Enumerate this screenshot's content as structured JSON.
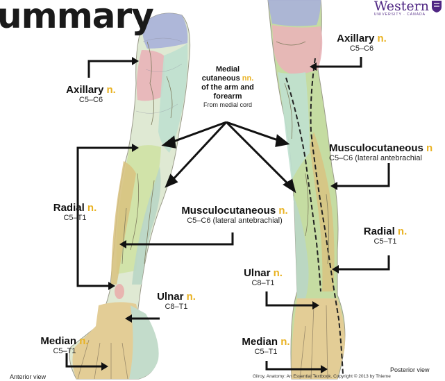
{
  "title": "ummary",
  "logo": {
    "word": "Western",
    "sub": "UNIVERSITY · CANADA"
  },
  "labels": {
    "axillary_left": {
      "name": "Axillary",
      "n": "n.",
      "roots": "C5–C6"
    },
    "radial_left": {
      "name": "Radial",
      "n": "n.",
      "roots": "C5–T1"
    },
    "median_left": {
      "name": "Median",
      "n": "n.",
      "roots": "C5–T1"
    },
    "ulnar_left": {
      "name": "Ulnar",
      "n": "n.",
      "roots": "C8–T1"
    },
    "musculo_left": {
      "name": "Musculocutaneous",
      "n": "n.",
      "roots": "C5–C6 (lateral antebrachial)"
    },
    "medial": {
      "line1": "Medial",
      "line2": "cutaneous",
      "n": "nn.",
      "line3": "of the arm and",
      "line4": "forearm",
      "sub": "From medial cord"
    },
    "axillary_right": {
      "name": "Axillary",
      "n": "n.",
      "roots": "C5–C6"
    },
    "musculo_right": {
      "name": "Musculocutaneous",
      "n": "n",
      "roots": "C5–C6 (lateral antebrachial"
    },
    "radial_right": {
      "name": "Radial",
      "n": "n.",
      "roots": "C5–T1"
    },
    "ulnar_right": {
      "name": "Ulnar",
      "n": "n.",
      "roots": "C8–T1"
    },
    "median_right": {
      "name": "Median",
      "n": "n.",
      "roots": "C5–T1"
    }
  },
  "views": {
    "anterior": "Anterior view",
    "posterior": "Posterior view"
  },
  "credit": "Gilroy, Anatomy: An Essential Textbook. Copyright © 2013 by Thieme",
  "colors": {
    "axillary": "#e8b4b8",
    "medial": "#c8e4d4",
    "radial": "#dcc98a",
    "musculo": "#c6dc9c",
    "median": "#e4cf98",
    "ulnar": "#bfd8c8",
    "shoulder": "#a8b0d8"
  }
}
